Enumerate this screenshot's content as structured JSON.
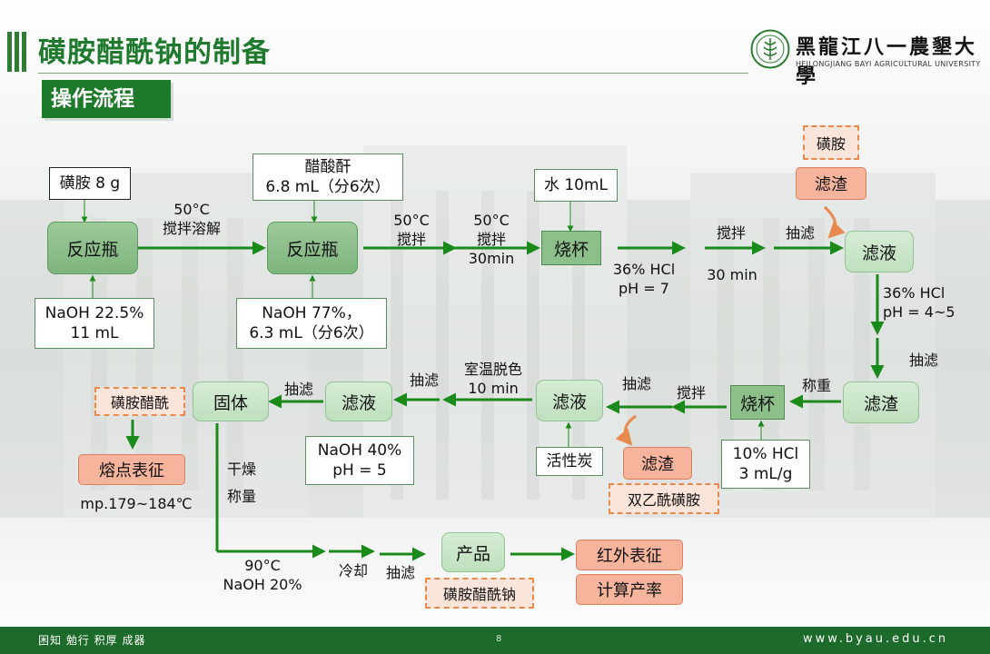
{
  "header": {
    "title": "磺胺醋酰钠的制备",
    "section": "操作流程",
    "logo_cn": "黑龍江八一農墾大學",
    "logo_en": "HEILONGJIANG BAYI AGRICULTURAL UNIVERSITY"
  },
  "flow": {
    "sulfa_8g": "磺胺 8 g",
    "reactor1": "反应瓶",
    "naoh_225_a": "NaOH 22.5%",
    "naoh_225_b": "11 mL",
    "step1_a": "50°C",
    "step1_b": "搅拌溶解",
    "ac2o_a": "醋酸酐",
    "ac2o_b": "6.8 mL（分6次）",
    "reactor2": "反应瓶",
    "naoh_77_a": "NaOH 77%，",
    "naoh_77_b": "6.3 mL（分6次）",
    "step2_a": "50°C",
    "step2_b": "搅拌",
    "step3_a": "50°C",
    "step3_b": "搅拌",
    "step3_c": "30min",
    "water": "水 10mL",
    "beaker1": "烧杯",
    "hcl36_a": "36% HCl",
    "hcl36_b": "pH = 7",
    "stir30_a": "搅拌",
    "stir30_b": "30 min",
    "suction1": "抽滤",
    "sulfa_top": "磺胺",
    "residue_top": "滤渣",
    "filtrate_r": "滤液",
    "hcl36_2a": "36% HCl",
    "hcl36_2b": "pH = 4~5",
    "suction2": "抽滤",
    "residue_r": "滤渣",
    "weigh1": "称重",
    "beaker2": "烧杯",
    "hcl10_a": "10% HCl",
    "hcl10_b": "3 mL/g",
    "stir2": "搅拌",
    "suction3": "抽滤",
    "residue_mid": "滤渣",
    "diacetyl": "双乙酰磺胺",
    "filtrate_mid": "滤液",
    "charcoal": "活性炭",
    "decolor_a": "室温脱色",
    "decolor_b": "10 min",
    "filtrate_left": "滤液",
    "naoh40_a": "NaOH 40%",
    "naoh40_b": "pH = 5",
    "suction4": "抽滤",
    "solid": "固体",
    "sulfacetamide": "磺胺醋酰",
    "mp_box": "熔点表征",
    "mp_value": "mp.179~184℃",
    "dry": "干燥",
    "weigh2": "称量",
    "step4_a": "90°C",
    "step4_b": "NaOH 20%",
    "cool": "冷却",
    "suction5": "抽滤",
    "product": "产品",
    "sodium_salt": "磺胺醋酰钠",
    "ir_box": "红外表征",
    "yield_box": "计算产率"
  },
  "footer": {
    "motto": "困知 勉行 积厚 成器",
    "page": "8",
    "url": "www.byau.edu.cn"
  },
  "colors": {
    "brand_green": "#1e7a2b",
    "arrow_green": "#1a8a1a",
    "orange": "#e8894e"
  }
}
